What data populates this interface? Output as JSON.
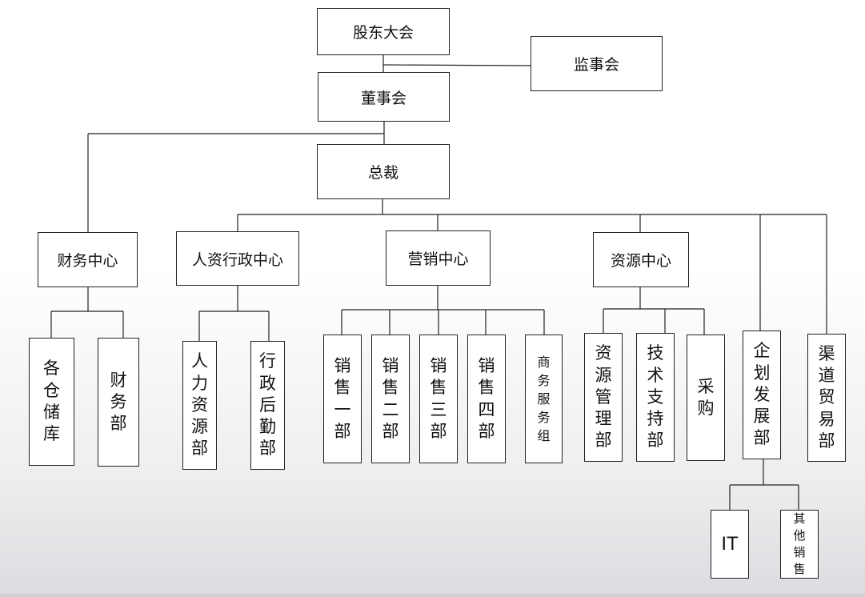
{
  "org": {
    "shareholders": "股东大会",
    "supervisors": "监事会",
    "board": "董事会",
    "president": "总裁",
    "finance_center": {
      "label": "财务中心",
      "units": [
        "各仓储库",
        "财务部"
      ]
    },
    "hr_admin_center": {
      "label": "人资行政中心",
      "units": [
        "人力资源部",
        "行政后勤部"
      ]
    },
    "marketing_center": {
      "label": "营销中心",
      "units": [
        "销售一部",
        "销售二部",
        "销售三部",
        "销售四部",
        "商务服务组"
      ]
    },
    "resource_center": {
      "label": "资源中心",
      "units": [
        "资源管理部",
        "技术支持部",
        "采购"
      ]
    },
    "planning_dept": {
      "label": "企划发展部",
      "units": [
        "IT",
        "其他销售"
      ]
    },
    "channel_dept": "渠道贸易部"
  }
}
